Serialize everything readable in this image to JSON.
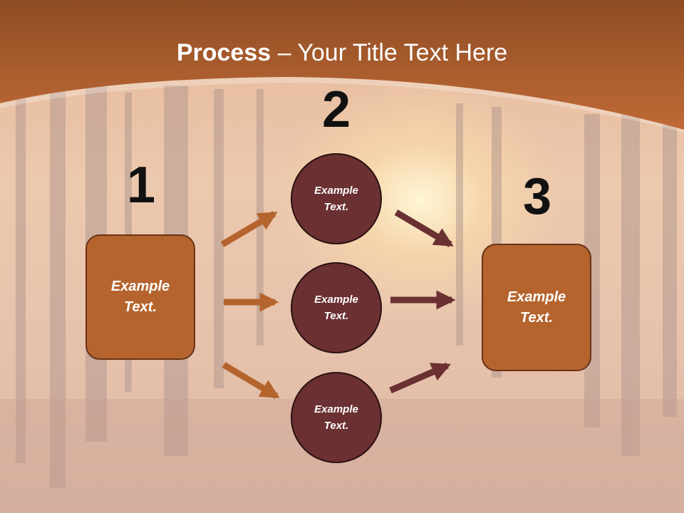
{
  "slide": {
    "title_bold": "Process",
    "title_rest": " – Your Title Text Here"
  },
  "steps": {
    "step1_number": "1",
    "step2_number": "2",
    "step3_number": "3"
  },
  "nodes": {
    "left_box": "Example\nText.",
    "circle_top": "Example\nText.",
    "circle_middle": "Example\nText.",
    "circle_bottom": "Example\nText.",
    "right_box": "Example\nText."
  },
  "colors": {
    "header_band": "#b5622e",
    "box_fill": "#b5642e",
    "circle_fill": "#6b3032",
    "left_arrows": "#b5642e",
    "right_arrows": "#6b3032"
  },
  "background": "autumn forest photograph with sunlight"
}
